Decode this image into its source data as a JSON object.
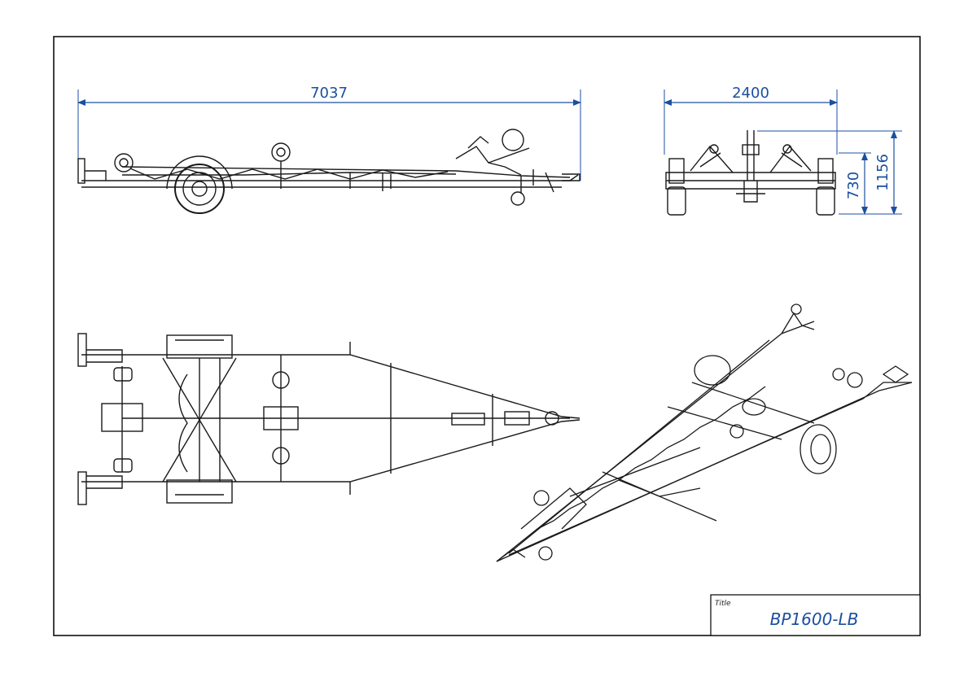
{
  "drawing": {
    "dimensions": {
      "side_length": "7037",
      "front_width": "2400",
      "front_height_total": "1156",
      "front_height_frame": "730"
    },
    "views": [
      "side-view",
      "front-view",
      "top-view",
      "isometric-view"
    ],
    "colors": {
      "dimension": "#1c4fa0",
      "line": "#1a1a1a",
      "border": "#000000"
    }
  },
  "title_block": {
    "label": "Title",
    "value": "BP1600-LB"
  }
}
